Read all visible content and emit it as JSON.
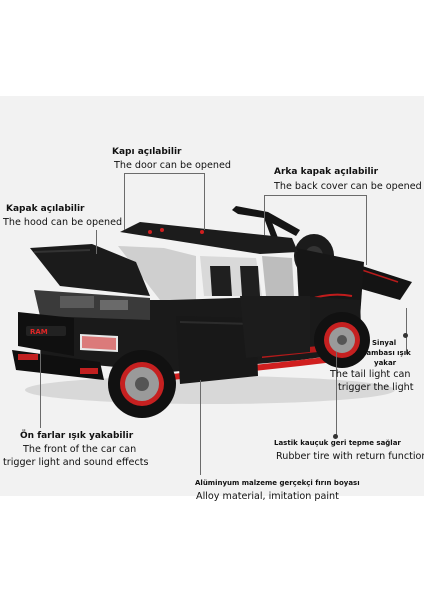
{
  "annotations": {
    "door": {
      "tr": "Kapı açılabilir",
      "en": "The door can be opened"
    },
    "back_cover": {
      "tr": "Arka kapak açılabilir",
      "en": "The back cover can be opened"
    },
    "hood": {
      "tr": "Kapak açılabilir",
      "en": "The hood can be opened"
    },
    "tail_light": {
      "tr_line1": "Sinyal",
      "tr_line2": "lambası ışık",
      "tr_line3": "yakar",
      "en_line1": "The tail light can",
      "en_line2": "trigger the light"
    },
    "front_light": {
      "tr": "Ön farlar ışık yakabilir",
      "en_line1": "The front of the car can",
      "en_line2": "trigger light and sound effects"
    },
    "rubber_tire": {
      "tr": "Lastik kauçuk geri tepme sağlar",
      "en": "Rubber tire with return function"
    },
    "alloy": {
      "tr": "Alüminyum malzeme gerçekçi fırın boyası",
      "en": "Alloy material, imitation paint"
    }
  },
  "vehicle": {
    "grille_badge": "RAM",
    "accent_color": "#d01f1f",
    "body_color": "#1a1a1a"
  },
  "colors": {
    "frame_bg": "#f2f2f2",
    "leader_line": "#6b6b6b"
  }
}
